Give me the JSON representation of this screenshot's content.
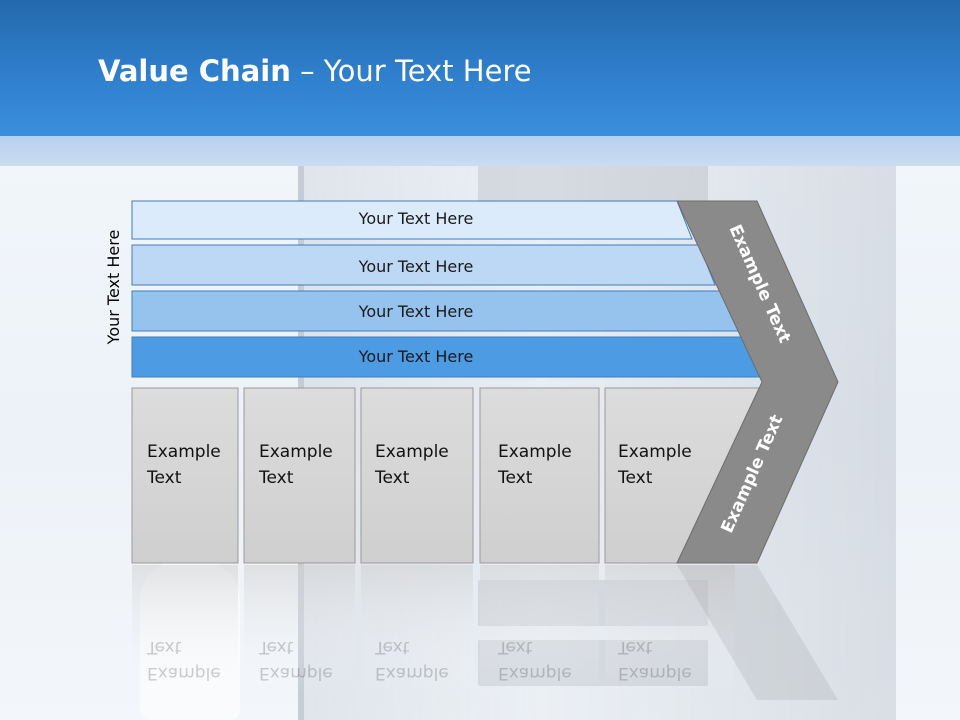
{
  "title": {
    "bold": "Value Chain",
    "rest": " – Your Text Here"
  },
  "side_label": "Your Text Here",
  "bars": [
    {
      "label": "Your Text Here",
      "color": "#dcebfb"
    },
    {
      "label": "Your Text Here",
      "color": "#bcd8f4"
    },
    {
      "label": "Your Text Here",
      "color": "#95c3ee"
    },
    {
      "label": "Your Text Here",
      "color": "#4c9be3"
    }
  ],
  "columns": [
    {
      "label": "Example\nText"
    },
    {
      "label": "Example\nText"
    },
    {
      "label": "Example\nText"
    },
    {
      "label": "Example\nText"
    },
    {
      "label": "Example\nText"
    }
  ],
  "chevron": {
    "upper_label": "Example Text",
    "lower_label": "Example Text",
    "color": "#8a8a8a"
  },
  "colors": {
    "header": "#2f7fcc",
    "column_fill": "#d6d6d6",
    "column_border": "#9a9a9a"
  }
}
